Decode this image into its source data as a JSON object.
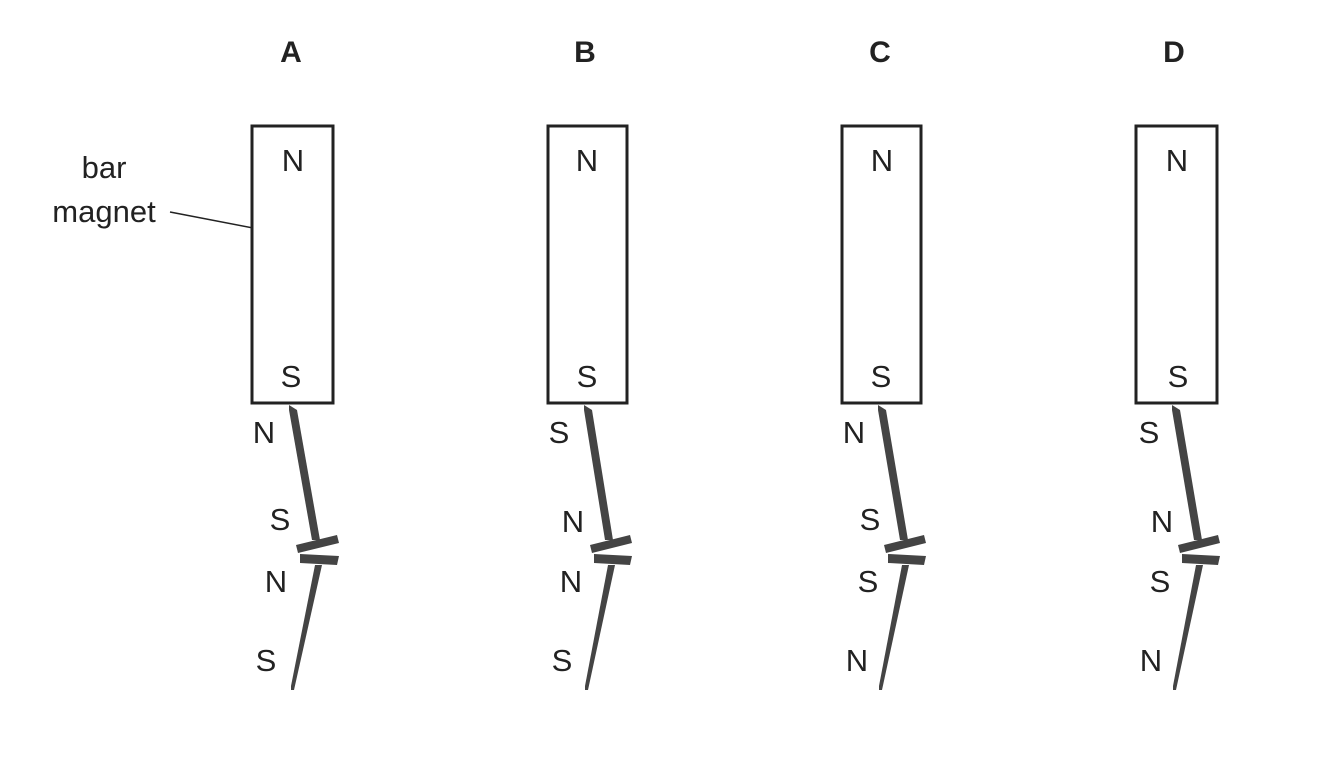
{
  "callout": {
    "line1": "bar",
    "line2": "magnet"
  },
  "colors": {
    "ink": "#222222",
    "nail": "#444444",
    "background": "#ffffff"
  },
  "options": [
    {
      "label": "A",
      "magnet": {
        "top_pole": "N",
        "bottom_pole": "S"
      },
      "nail_poles": [
        "N",
        "S",
        "N",
        "S"
      ]
    },
    {
      "label": "B",
      "magnet": {
        "top_pole": "N",
        "bottom_pole": "S"
      },
      "nail_poles": [
        "S",
        "N",
        "N",
        "S"
      ]
    },
    {
      "label": "C",
      "magnet": {
        "top_pole": "N",
        "bottom_pole": "S"
      },
      "nail_poles": [
        "N",
        "S",
        "S",
        "N"
      ]
    },
    {
      "label": "D",
      "magnet": {
        "top_pole": "N",
        "bottom_pole": "S"
      },
      "nail_poles": [
        "S",
        "N",
        "S",
        "N"
      ]
    }
  ]
}
